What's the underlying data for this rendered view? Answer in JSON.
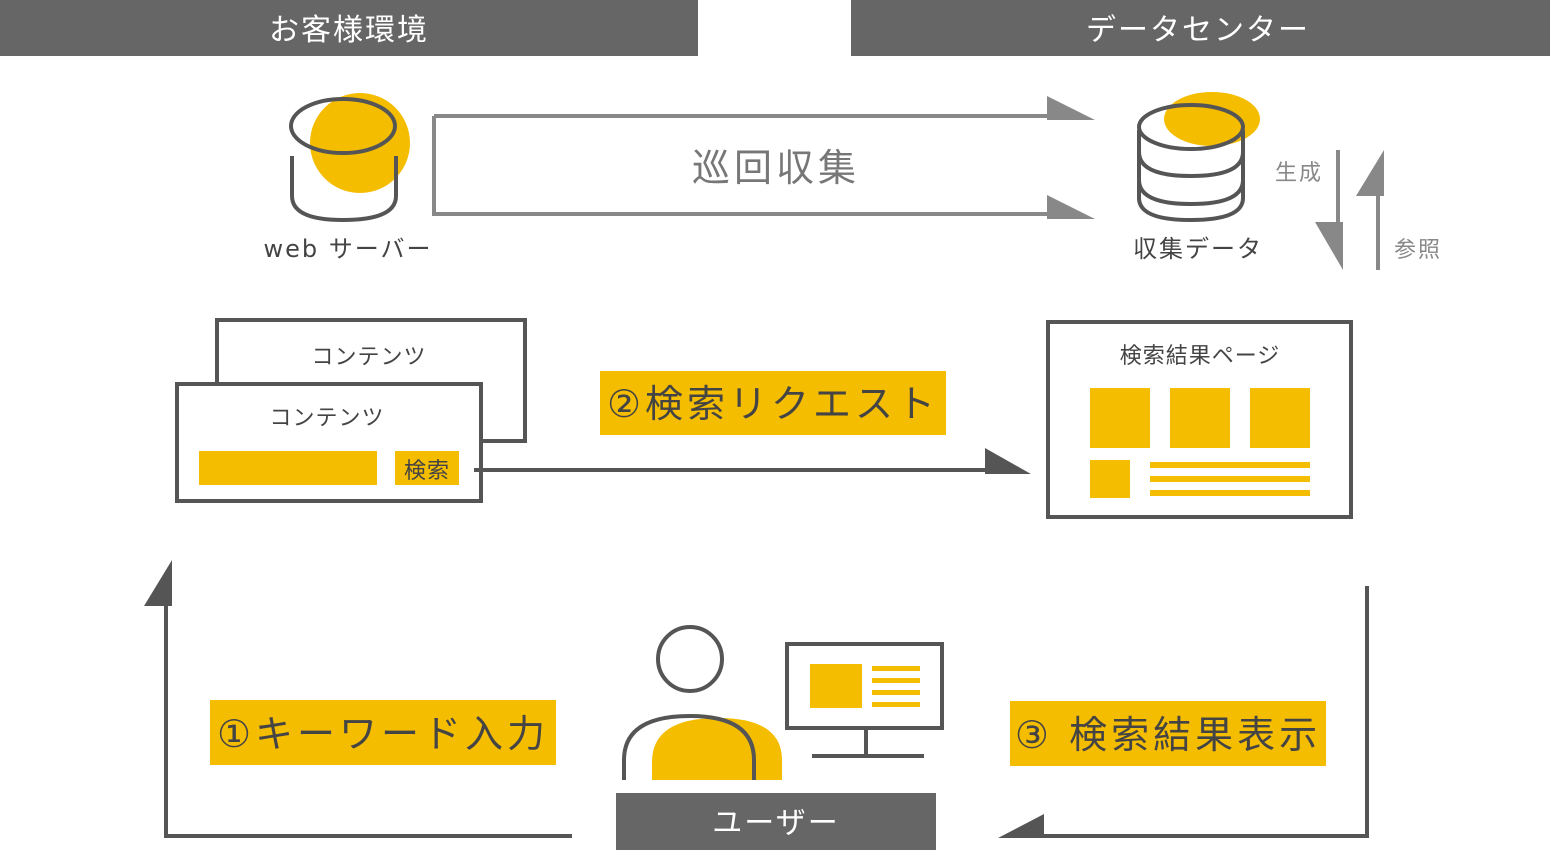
{
  "headers": {
    "customer_env": "お客様環境",
    "data_center": "データセンター"
  },
  "nodes": {
    "web_server": "web サーバー",
    "collected_data": "収集データ",
    "content_back": "コンテンツ",
    "content_front": "コンテンツ",
    "search_button": "検索",
    "results_page": "検索結果ページ",
    "user": "ユーザー"
  },
  "flows": {
    "crawl": "巡回収集",
    "generate": "生成",
    "reference": "参照",
    "step1": "①キーワード入力",
    "step2": "②検索リクエスト",
    "step3": "③ 検索結果表示"
  },
  "colors": {
    "accent": "#f5bd00",
    "header": "#666666",
    "outline": "#555555",
    "arrow_gray": "#888888"
  }
}
